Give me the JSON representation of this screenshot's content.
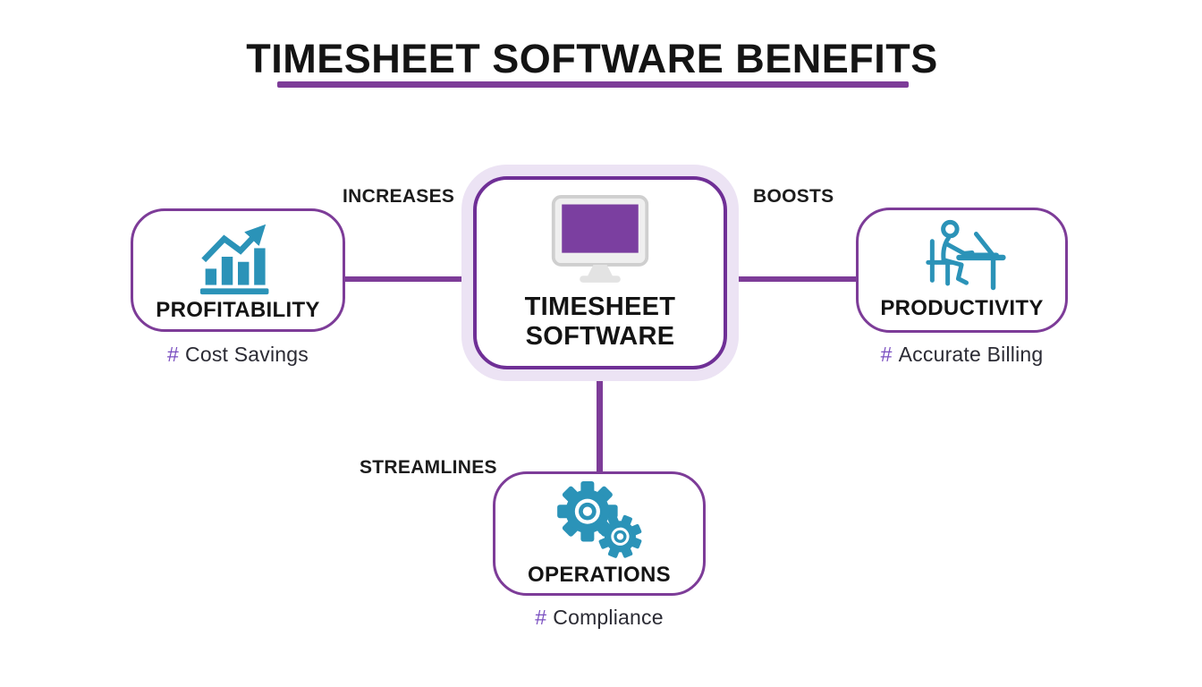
{
  "title": {
    "text": "TIMESHEET SOFTWARE BENEFITS"
  },
  "center_node": {
    "label_line1": "TIMESHEET",
    "label_line2": "SOFTWARE",
    "icon": "monitor-icon"
  },
  "edges": {
    "left_label": "INCREASES",
    "right_label": "BOOSTS",
    "bottom_label": "STREAMLINES"
  },
  "nodes": {
    "left": {
      "label": "PROFITABILITY",
      "hash": "#",
      "tag": "Cost Savings",
      "icon": "bar-chart-growth-icon"
    },
    "right": {
      "label": "PRODUCTIVITY",
      "hash": "#",
      "tag": "Accurate Billing",
      "icon": "person-at-laptop-icon"
    },
    "bottom": {
      "label": "OPERATIONS",
      "hash": "#",
      "tag": "Compliance",
      "icon": "gears-icon"
    }
  },
  "colors": {
    "purple_primary": "#7d3c98",
    "purple_dark_border": "#6f2f96",
    "halo_lavender": "#ece3f4",
    "teal_icon": "#2b93b8",
    "monitor_screen_purple": "#7b3fa0",
    "hash_purple": "#7a4fc0",
    "text_dark": "#141414"
  }
}
